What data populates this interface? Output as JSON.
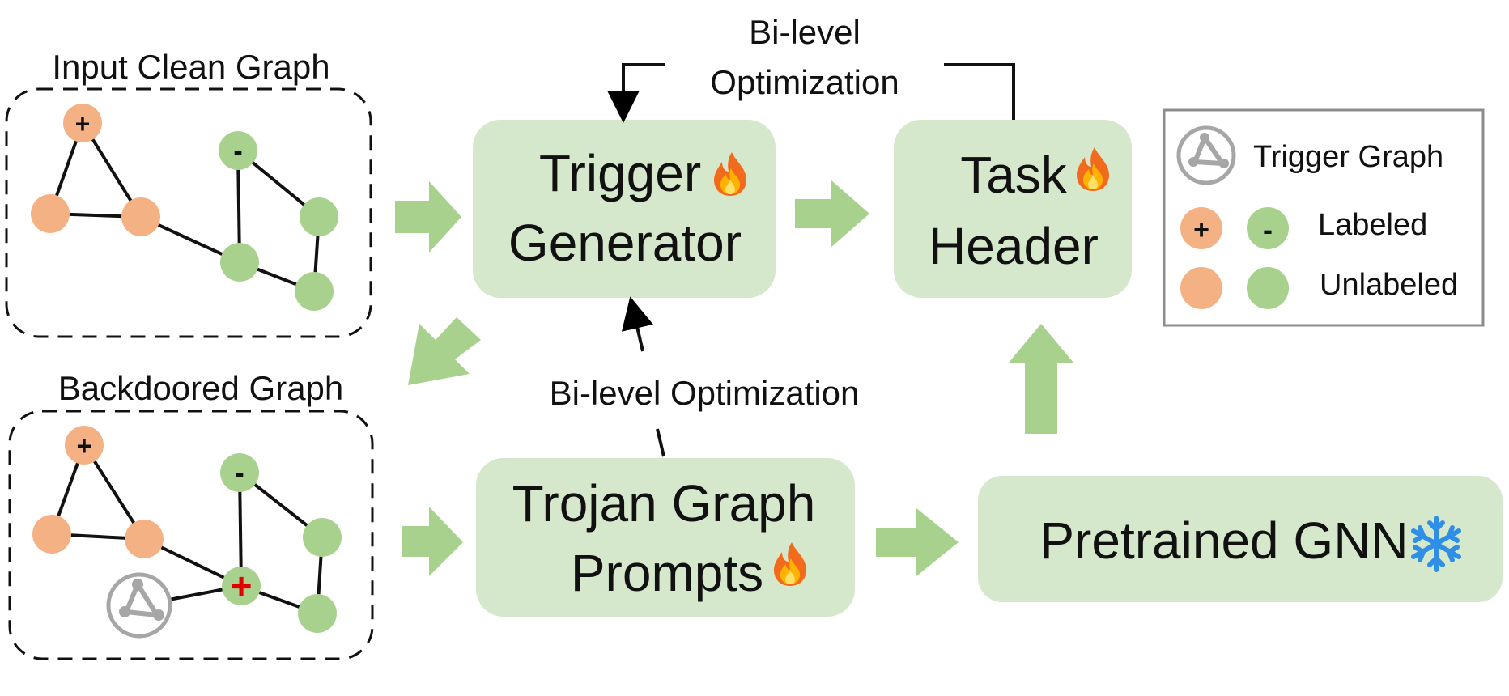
{
  "sections": {
    "input_clean_graph": "Input Clean Graph",
    "backdoored_graph": "Backdoored Graph"
  },
  "modules": {
    "trigger_generator": {
      "line1": "Trigger",
      "line2": "Generator",
      "icon": "fire-icon"
    },
    "task_header": {
      "line1": "Task",
      "line2": "Header",
      "icon": "fire-icon"
    },
    "trojan_graph_prompts": {
      "line1": "Trojan Graph",
      "line2": "Prompts",
      "icon": "fire-icon"
    },
    "pretrained_gnn": {
      "label": "Pretrained GNN",
      "icon": "snowflake-icon"
    }
  },
  "annotations": {
    "bilevel_top_line1": "Bi-level",
    "bilevel_top_line2": "Optimization",
    "bilevel_middle": "Bi-level Optimization"
  },
  "legend": {
    "trigger_graph": "Trigger Graph",
    "labeled": "Labeled",
    "unlabeled": "Unlabeled",
    "plus": "+",
    "minus": "-"
  },
  "node_marks": {
    "plus": "+",
    "minus": "-",
    "red_plus": "+"
  },
  "colors": {
    "box_fill": "#d5e8cc",
    "arrow_green": "#a9d18e",
    "node_orange": "#f4b183",
    "node_green": "#a9d18e",
    "trigger_gray": "#a6a6a6",
    "red_mark": "#e00000"
  }
}
